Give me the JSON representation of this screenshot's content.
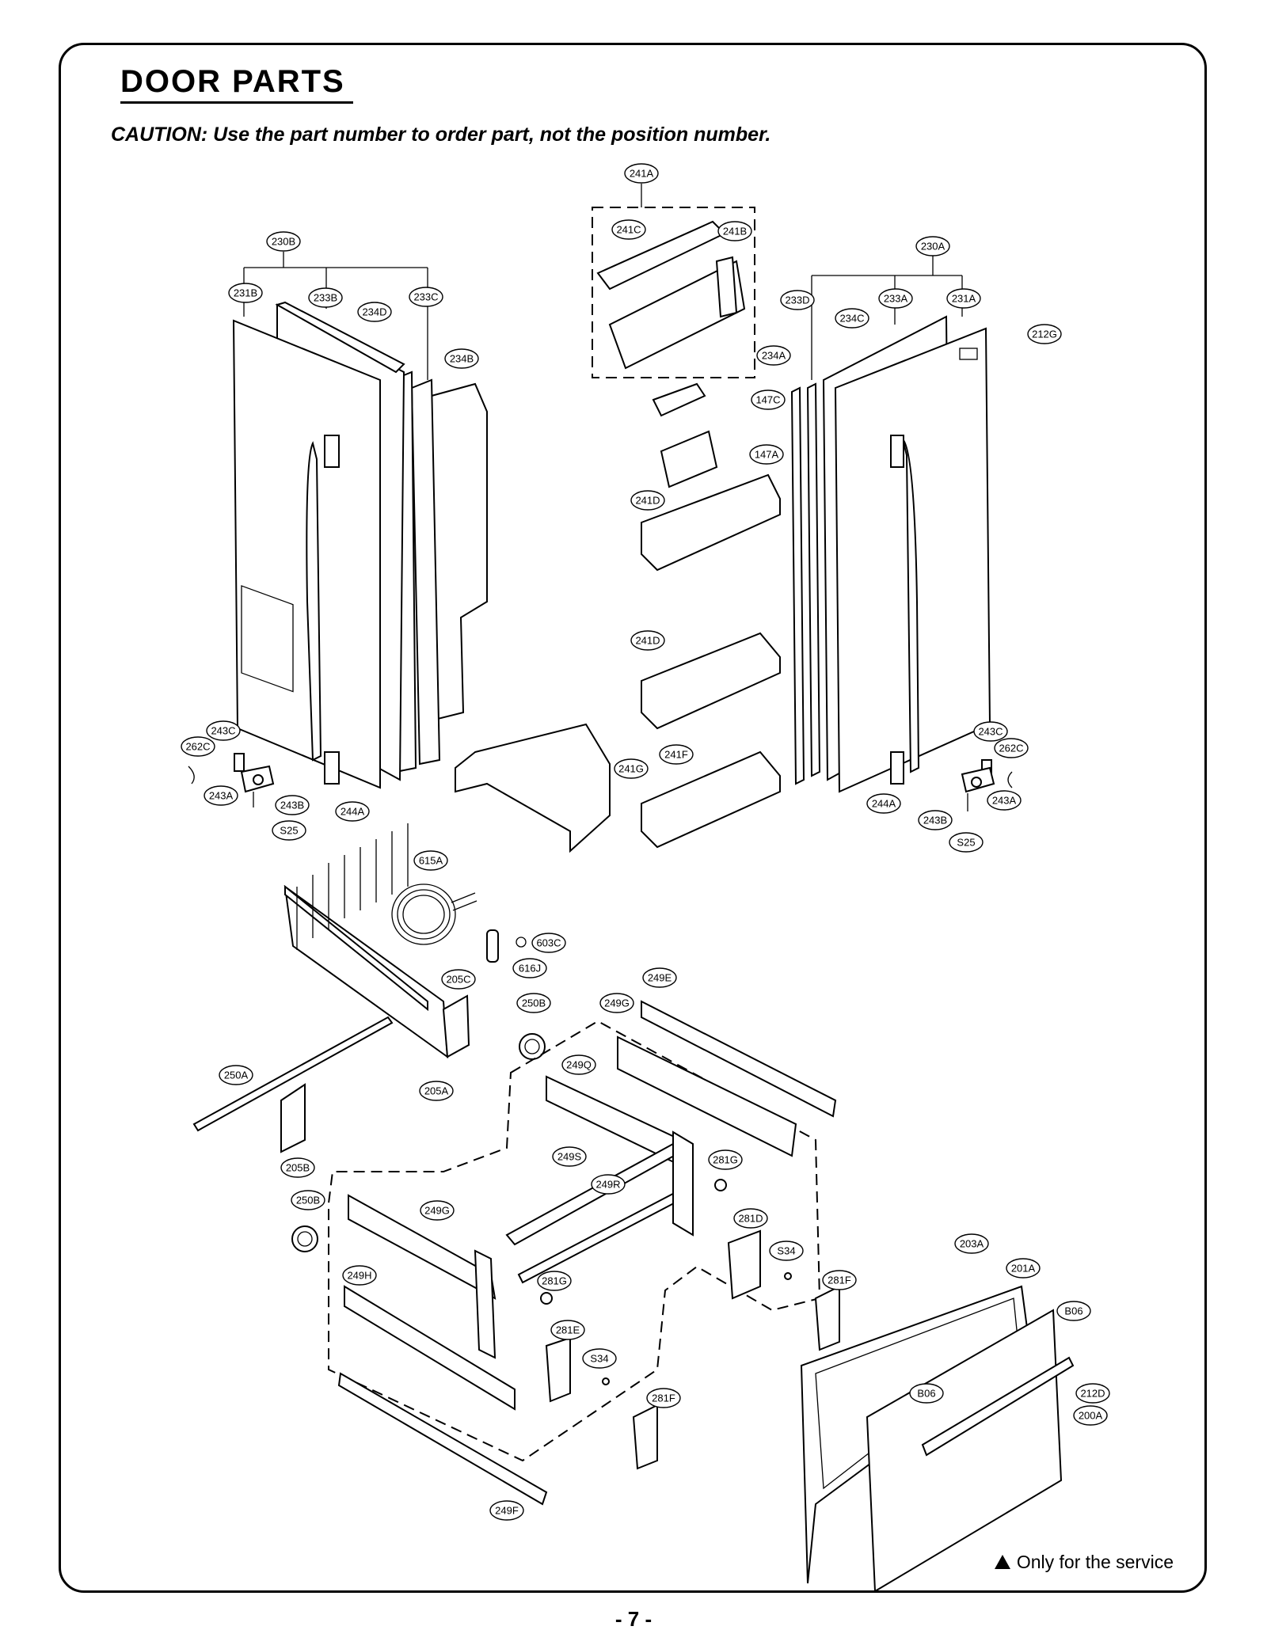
{
  "title": "DOOR PARTS",
  "caution": "CAUTION: Use the part number to order part, not the position number.",
  "service_note": "Only for the service",
  "page_number": "- 7 -",
  "labels": [
    "241A",
    "241C",
    "241B",
    "230B",
    "230A",
    "231B",
    "233B",
    "233C",
    "234D",
    "234B",
    "233D",
    "233A",
    "231A",
    "234C",
    "212G",
    "234A",
    "147C",
    "147A",
    "241D",
    "241D",
    "241G",
    "241F",
    "243C",
    "262C",
    "243A",
    "243B",
    "244A",
    "S25",
    "243C",
    "262C",
    "244A",
    "243B",
    "243A",
    "S25",
    "615A",
    "603C",
    "616J",
    "205C",
    "250B",
    "249E",
    "249G",
    "250A",
    "249Q",
    "205A",
    "205B",
    "249S",
    "281G",
    "250B",
    "249R",
    "249G",
    "281D",
    "S34",
    "249H",
    "281G",
    "281F",
    "203A",
    "201A",
    "281E",
    "B06",
    "S34",
    "B06",
    "281F",
    "212D",
    "200A",
    "249F"
  ]
}
